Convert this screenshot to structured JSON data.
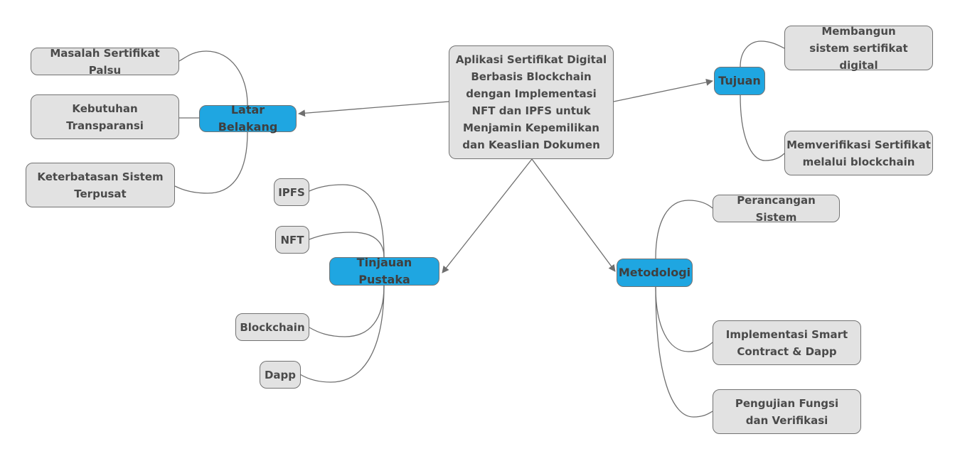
{
  "diagram": {
    "root": {
      "label": "Aplikasi Sertifikat Digital Berbasis Blockchain dengan Implementasi NFT dan IPFS untuk Menjamin Kepemilikan dan Keaslian Dokumen"
    },
    "topics": {
      "latar_belakang": {
        "label": "Latar Belakang",
        "items": [
          "Masalah Sertifikat Palsu",
          "Kebutuhan Transparansi",
          "Keterbatasan Sistem Terpusat"
        ]
      },
      "tujuan": {
        "label": "Tujuan",
        "items": [
          "Membangun sistem sertifikat digital",
          "Memverifikasi Sertifikat melalui blockchain"
        ]
      },
      "tinjauan_pustaka": {
        "label": "Tinjauan Pustaka",
        "items": [
          "IPFS",
          "NFT",
          "Blockchain",
          "Dapp"
        ]
      },
      "metodologi": {
        "label": "Metodologi",
        "items": [
          "Perancangan Sistem",
          "Implementasi Smart Contract & Dapp",
          "Pengujian Fungsi dan Verifikasi"
        ]
      }
    }
  },
  "colors": {
    "topic_fill": "#1fa6e1",
    "node_fill": "#e2e2e2",
    "border": "#727272",
    "line": "#6f6f6f",
    "text": "#4a4a4a"
  }
}
